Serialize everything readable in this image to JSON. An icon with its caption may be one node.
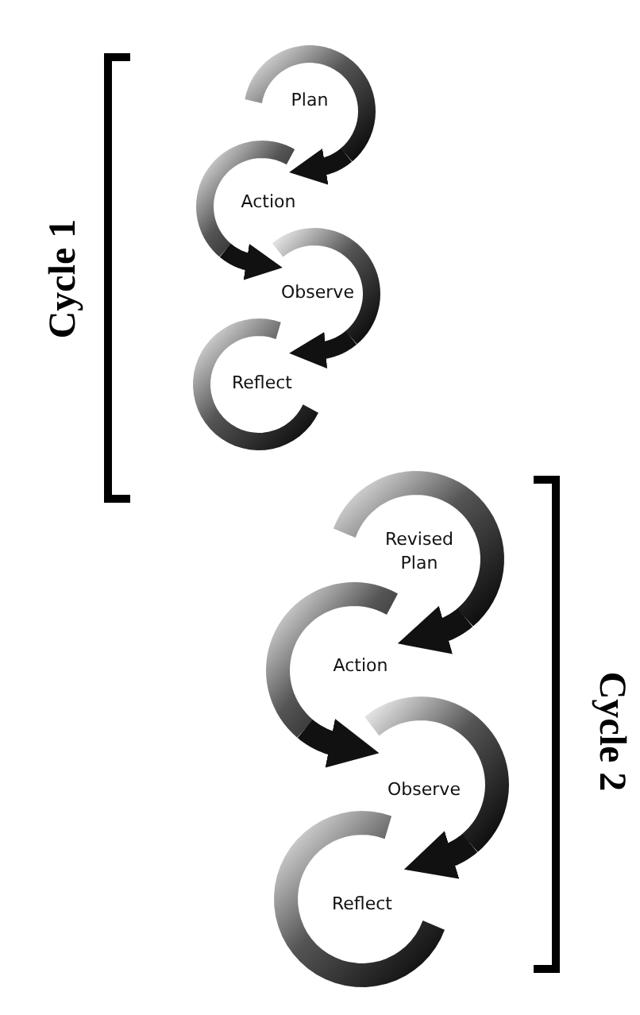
{
  "diagram": {
    "nodes": [
      {
        "text": [
          "Plan"
        ]
      },
      {
        "text": [
          "Action"
        ]
      },
      {
        "text": [
          "Observe"
        ]
      },
      {
        "text": [
          "Reflect"
        ]
      },
      {
        "text": [
          "Revised Plan"
        ]
      },
      {
        "text": [
          "Action"
        ]
      },
      {
        "text": [
          "Observe"
        ]
      },
      {
        "text": [
          "Reflect"
        ]
      }
    ],
    "edges": [
      {
        "from": 0,
        "to": 1,
        "arrow": "to"
      },
      {
        "from": 1,
        "to": 2,
        "arrow": "to"
      },
      {
        "from": 2,
        "to": 3,
        "arrow": "to"
      },
      {
        "from": 4,
        "to": 5,
        "arrow": "to"
      },
      {
        "from": 5,
        "to": 6,
        "arrow": "to"
      },
      {
        "from": 6,
        "to": 7,
        "arrow": "to"
      }
    ],
    "labels": [
      "Cycle 1",
      "Cycle 2"
    ]
  }
}
